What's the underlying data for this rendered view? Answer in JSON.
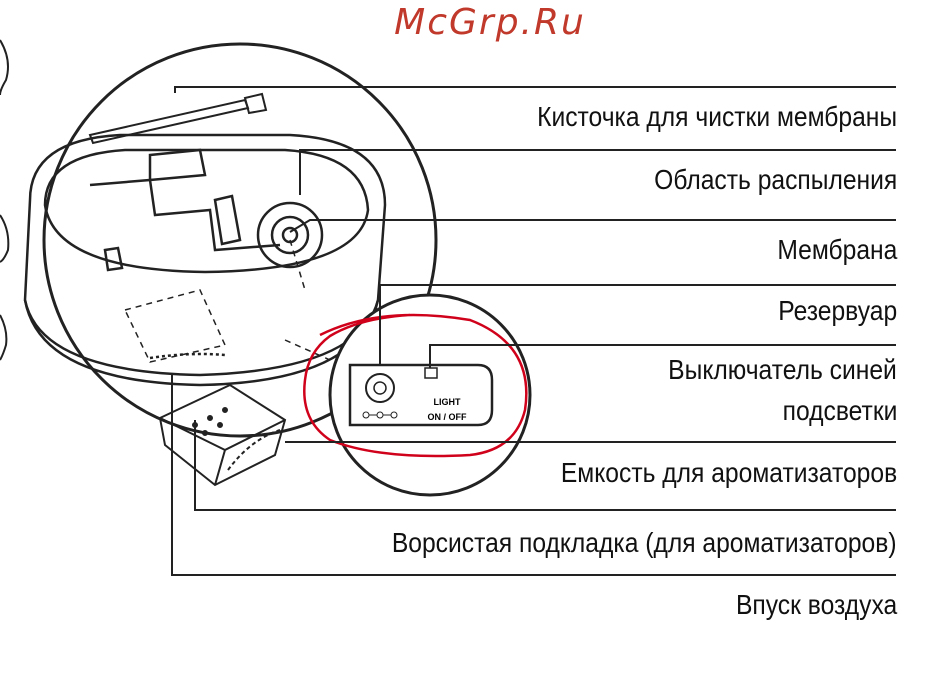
{
  "brand": {
    "text": "McGrp.Ru",
    "color": "#c0392b"
  },
  "labels": {
    "brush": "Кисточка для чистки мембраны",
    "spray_area": "Область распыления",
    "membrane": "Мембрана",
    "reservoir": "Резервуар",
    "light_switch_line1": "Выключатель синей",
    "light_switch_line2": "подсветки",
    "aroma_container": "Емкость для ароматизаторов",
    "aroma_pad": "Ворсистая подкладка (для ароматизаторов)",
    "air_inlet": "Впуск воздуха"
  },
  "device_panel": {
    "light_label": "LIGHT",
    "onoff_label": "ON / OFF"
  },
  "colors": {
    "line": "#222222",
    "highlight": "#d0021b"
  }
}
